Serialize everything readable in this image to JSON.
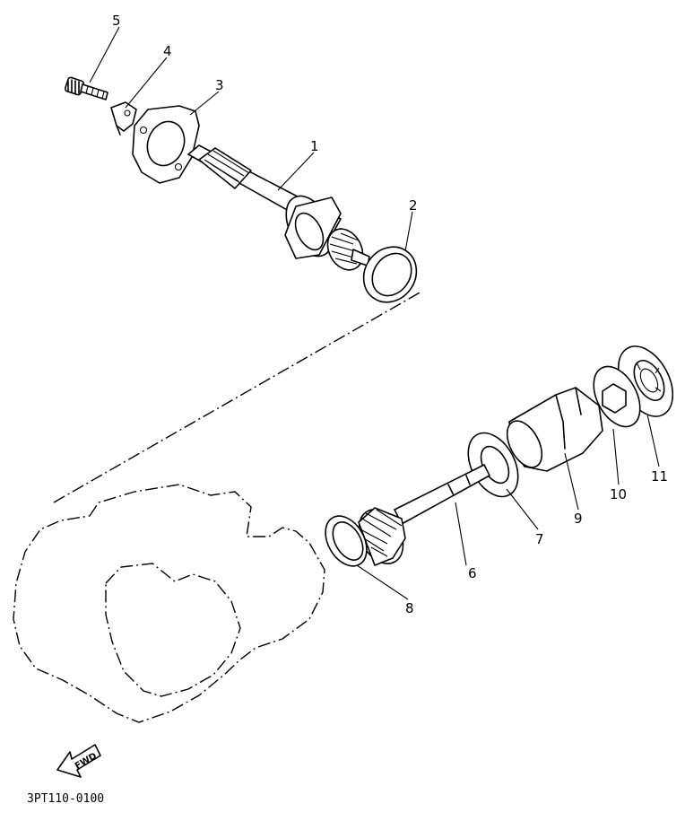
{
  "diagram": {
    "part_labels": [
      "1",
      "2",
      "3",
      "4",
      "5",
      "6",
      "7",
      "8",
      "9",
      "10",
      "11"
    ],
    "direction_arrow_text": "FWD",
    "drawing_code": "3PT110-0100"
  }
}
